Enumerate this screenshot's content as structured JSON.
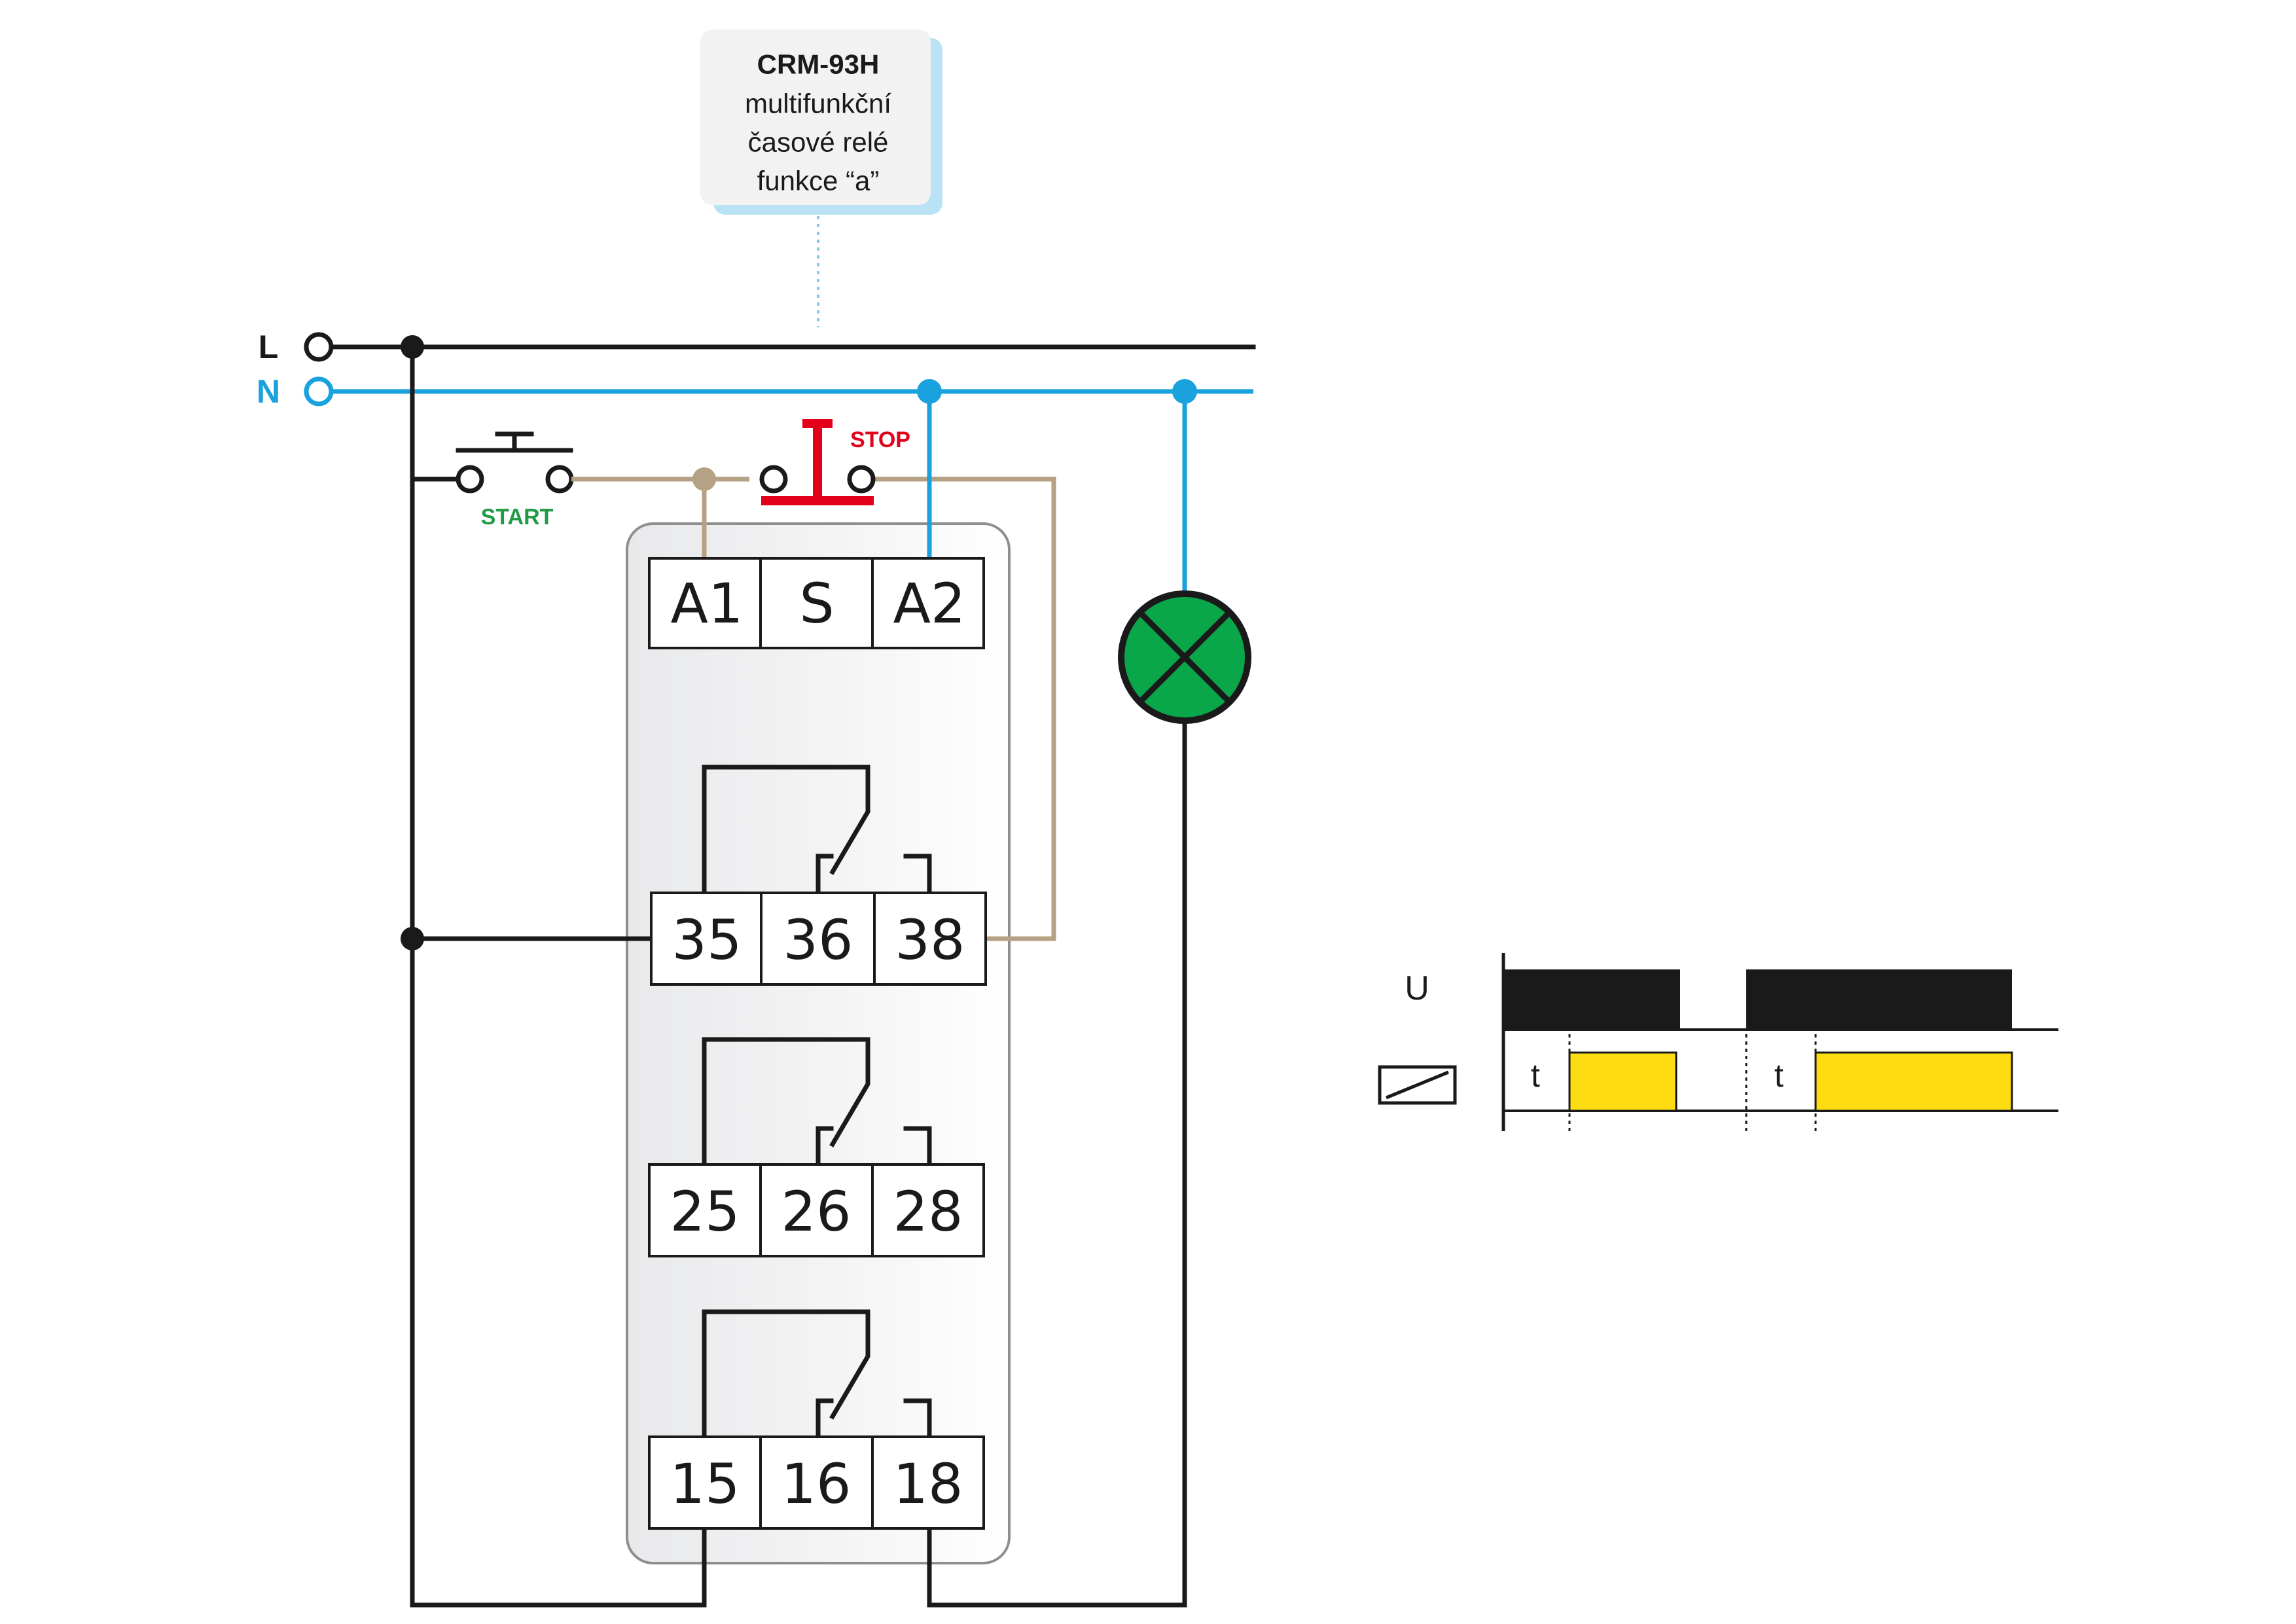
{
  "callout": {
    "title": "CRM-93H",
    "line1": "multifunkční",
    "line2": "časové relé",
    "line3": "funkce “a”"
  },
  "rails": {
    "l_label": "L",
    "n_label": "N"
  },
  "buttons": {
    "start_label": "START",
    "stop_label": "STOP"
  },
  "terminals": {
    "top": [
      "A1",
      "S",
      "A2"
    ],
    "row1": [
      "35",
      "36",
      "38"
    ],
    "row2": [
      "25",
      "26",
      "28"
    ],
    "row3": [
      "15",
      "16",
      "18"
    ]
  },
  "timing": {
    "u_label": "U",
    "t1_label": "t",
    "t2_label": "t"
  },
  "colors": {
    "black": "#1a1a1a",
    "neutral_blue": "#1aa2de",
    "control_tan": "#b5a183",
    "start_green": "#1f9a45",
    "stop_red": "#e2001a",
    "lamp_green": "#0aa64a",
    "relay_yellow": "#fddc12",
    "callout_border": "#b9e2f5"
  }
}
